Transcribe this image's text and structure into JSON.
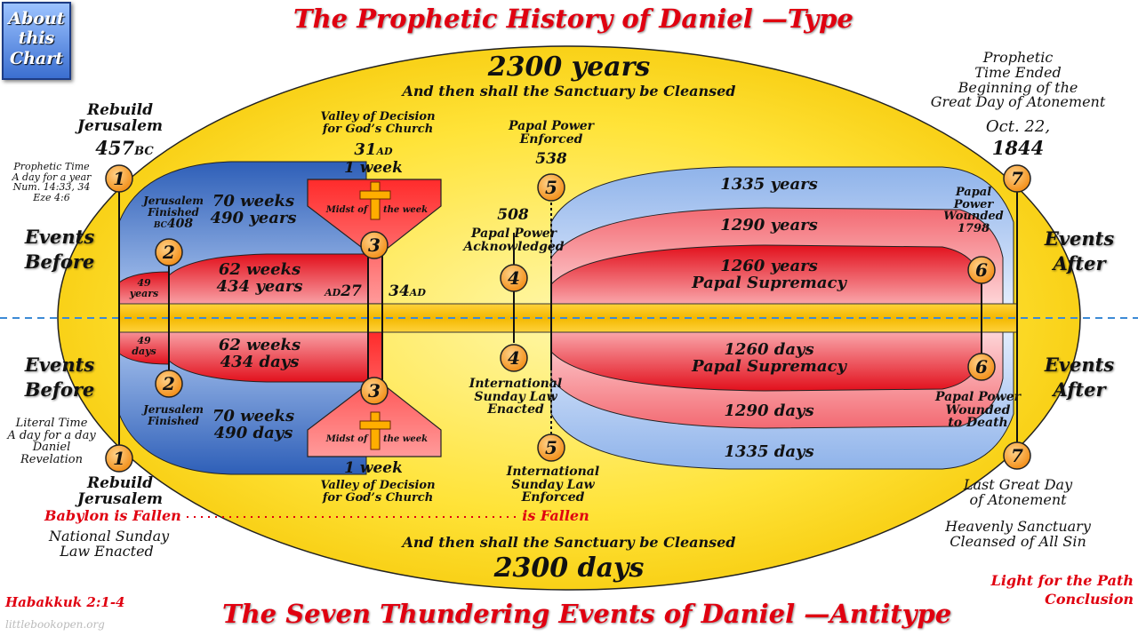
{
  "title_top": "The Prophetic History of Daniel —Type",
  "title_bottom": "The Seven Thundering Events of Daniel —Antitype",
  "about_button": [
    "About",
    "this",
    "Chart"
  ],
  "top": {
    "years_2300": "2300 years",
    "cleansed": "And then shall the Sanctuary be Cleansed",
    "seventy": [
      "70 weeks",
      "490 years"
    ],
    "sixtytwo": [
      "62 weeks",
      "434 years"
    ],
    "fortynine": [
      "49",
      "years"
    ],
    "y1335": "1335 years",
    "y1290": "1290 years",
    "y1260": [
      "1260 years",
      "Papal Supremacy"
    ],
    "rebuild": [
      "Rebuild",
      "Jerusalem"
    ],
    "year457": "457",
    "bc": "BC",
    "prophetic_time": [
      "Prophetic Time",
      "A day for a year",
      "Num. 14:33, 34",
      "Eze 4:6"
    ],
    "jerusalem_finished": [
      "Jerusalem",
      "Finished"
    ],
    "year408": "408",
    "valley": [
      "Valley of Decision",
      "for God’s Church"
    ],
    "year31": "31",
    "ad": "AD",
    "one_week": "1 week",
    "midst": [
      "Midst of",
      "the week"
    ],
    "ad27_prefix": "AD",
    "year27": "27",
    "year34": "34",
    "papal_enforced": [
      "Papal Power",
      "Enforced"
    ],
    "year538": "538",
    "year508": "508",
    "papal_ack": [
      "Papal Power",
      "Acknowledged"
    ],
    "papal_wounded": [
      "Papal",
      "Power",
      "Wounded"
    ],
    "year1798": "1798",
    "time_ended": [
      "Prophetic",
      "Time Ended",
      "Beginning of the",
      "Great Day of Atonement"
    ],
    "oct22": "Oct. 22,",
    "year1844": "1844",
    "events_before": [
      "Events",
      "Before"
    ],
    "events_after": [
      "Events",
      "After"
    ]
  },
  "bottom": {
    "days_2300": "2300 days",
    "cleansed": "And then shall the Sanctuary be Cleansed",
    "seventy": [
      "70 weeks",
      "490 days"
    ],
    "sixtytwo": [
      "62 weeks",
      "434 days"
    ],
    "fortynine": [
      "49",
      "days"
    ],
    "d1260": [
      "1260 days",
      "Papal Supremacy"
    ],
    "d1290": "1290 days",
    "d1335": "1335 days",
    "literal_time": [
      "Literal Time",
      "A day for a day",
      "Daniel",
      "Revelation"
    ],
    "jerusalem_finished": [
      "Jerusalem",
      "Finished"
    ],
    "midst": [
      "Midst of",
      "the week"
    ],
    "one_week": "1 week",
    "valley": [
      "Valley of Decision",
      "for God’s Church"
    ],
    "intl_enacted": [
      "International",
      "Sunday Law",
      "Enacted"
    ],
    "intl_enforced": [
      "International",
      "Sunday Law",
      "Enforced"
    ],
    "is_fallen": "is Fallen",
    "papal_wounded": [
      "Papal Power",
      "Wounded",
      "to Death"
    ],
    "last_day": [
      "Last Great Day",
      "of Atonement"
    ],
    "heavenly": [
      "Heavenly Sanctuary",
      "Cleansed of All Sin"
    ],
    "rebuild": [
      "Rebuild",
      "Jerusalem"
    ],
    "babylon": "Babylon is Fallen",
    "national": [
      "National Sunday",
      "Law Enacted"
    ],
    "events_before": [
      "Events",
      "Before"
    ],
    "events_after": [
      "Events",
      "After"
    ]
  },
  "markers": [
    "1",
    "2",
    "3",
    "4",
    "5",
    "6",
    "7"
  ],
  "habakkuk": "Habakkuk 2:1-4",
  "site": "littlebookopen.org",
  "light": [
    "Light for the Path",
    "Conclusion"
  ],
  "colors": {
    "title_red": "#e00010",
    "ellipse_yellow": "#ffe100",
    "band_gold": "#f3b800",
    "blue_region": "#4a78c8",
    "red_region": "#e8202a",
    "marker_orange": "#f7941d",
    "dashed_line": "#3d8ad6"
  }
}
